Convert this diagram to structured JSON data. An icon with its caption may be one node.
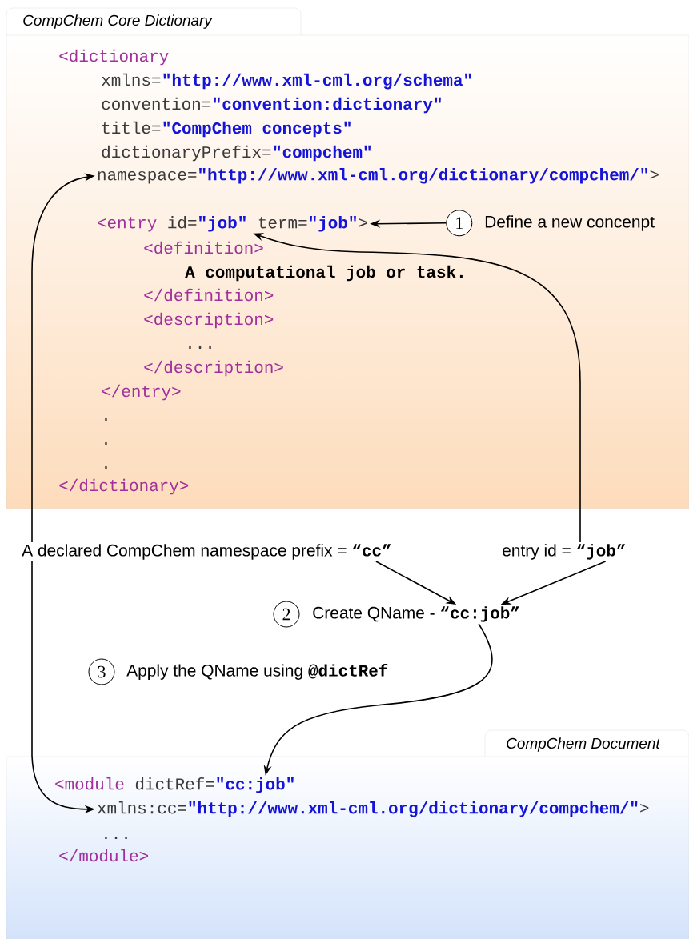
{
  "diagram": {
    "nodes": [
      {
        "text": [
          "CompChem Core Dictionary"
        ]
      },
      {
        "text": [
          "namespace=",
          "\"http://www.xml-cml.org/dictionary/compchem/\"",
          ">"
        ],
        "in": 0
      },
      {
        "text": [
          "<entry",
          "id=",
          "\"job\"",
          "term=",
          "\"job\"",
          ">"
        ],
        "in": 0
      },
      {
        "text": [
          "1"
        ],
        "beside": [
          "Define a new concenpt"
        ],
        "in": 0
      },
      {
        "text": [
          "A declared CompChem namespace prefix =",
          "“cc”"
        ]
      },
      {
        "text": [
          "entry id =",
          "“job”"
        ]
      },
      {
        "text": [
          "2"
        ]
      },
      {
        "text": [
          "Create QName -",
          "“cc:job”"
        ]
      },
      {
        "text": [
          "3"
        ],
        "beside": [
          "Apply the QName using",
          "@dictRef"
        ]
      },
      {
        "text": [
          "CompChem Document"
        ]
      },
      {
        "text": [
          "<module",
          "dictRef=",
          "\"cc:job\""
        ],
        "in": 9
      },
      {
        "text": [
          "xmlns:cc=",
          "\"http://www.xml-cml.org/dictionary/compchem/\"",
          ">"
        ],
        "in": 9
      }
    ],
    "edges": [
      {
        "from": 3,
        "to": 2,
        "arrow": "to"
      },
      {
        "from": 4,
        "to": 1,
        "arrow": "to"
      },
      {
        "from": 4,
        "to": 11,
        "arrow": "to"
      },
      {
        "from": 5,
        "to": 2,
        "arrow": "to"
      },
      {
        "from": 4,
        "to": 7,
        "arrow": "to"
      },
      {
        "from": 5,
        "to": 7,
        "arrow": "to"
      },
      {
        "from": 7,
        "to": 10,
        "arrow": "to"
      }
    ],
    "labels": [
      "<dictionary",
      "xmlns=",
      "\"http://www.xml-cml.org/schema\"",
      "convention=",
      "\"convention:dictionary\"",
      "title=",
      "\"CompChem concepts\"",
      "dictionaryPrefix=",
      "\"compchem\"",
      "<definition>",
      "A computational job or task.",
      "</definition>",
      "<description>",
      "...",
      "</description>",
      "</entry>",
      ".",
      ".",
      ".",
      "</dictionary>",
      "...",
      "</module>"
    ]
  }
}
